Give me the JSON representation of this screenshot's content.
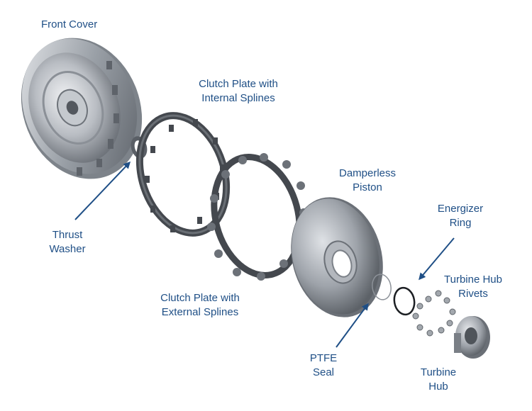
{
  "labels": {
    "front_cover": "Front Cover",
    "clutch_internal_1": "Clutch Plate with",
    "clutch_internal_2": "Internal Splines",
    "thrust_1": "Thrust",
    "thrust_2": "Washer",
    "clutch_external_1": "Clutch Plate with",
    "clutch_external_2": "External Splines",
    "piston_1": "Damperless",
    "piston_2": "Piston",
    "energizer_1": "Energizer",
    "energizer_2": "Ring",
    "rivets_1": "Turbine Hub",
    "rivets_2": "Rivets",
    "ptfe_1": "PTFE",
    "ptfe_2": "Seal",
    "hub_1": "Turbine",
    "hub_2": "Hub"
  },
  "colors": {
    "label_text": "#1f4f86",
    "arrow": "#1f4f86",
    "metal_light": "#d9dce0",
    "metal_dark": "#6d7279",
    "friction_dark": "#3b3f45"
  }
}
